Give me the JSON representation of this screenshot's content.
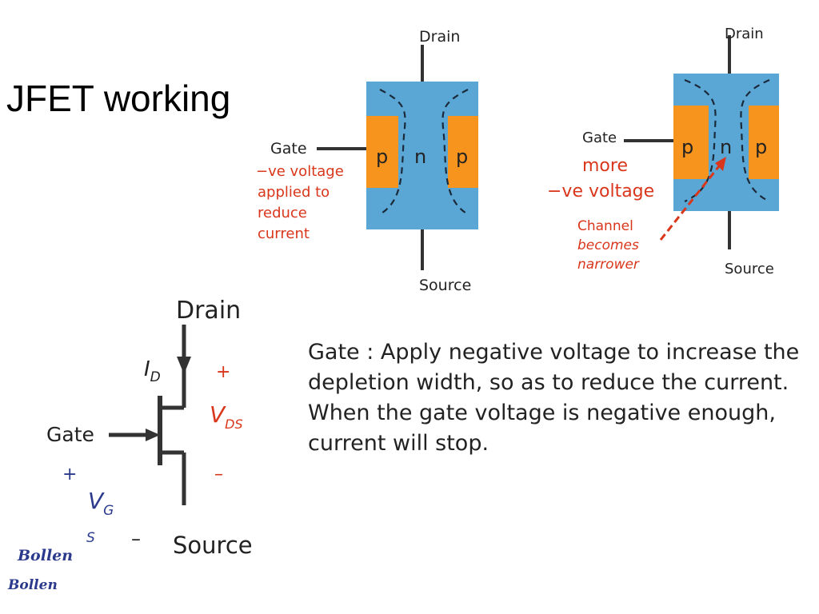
{
  "title": "JFET working",
  "diagram1": {
    "drain": "Drain",
    "gate": "Gate",
    "source": "Source",
    "p_left": "p",
    "n": "n",
    "p_right": "p",
    "note_lines": [
      "−ve voltage",
      "applied to",
      "reduce",
      "current"
    ]
  },
  "diagram2": {
    "drain": "Drain",
    "gate": "Gate",
    "source": "Source",
    "p_left": "p",
    "n": "n",
    "p_right": "p",
    "more": "more",
    "more_voltage": "−ve voltage",
    "channel_note": [
      "Channel",
      "becomes",
      "narrower"
    ]
  },
  "symbol": {
    "drain": "Drain",
    "gate": "Gate",
    "source": "Source",
    "id": "I",
    "id_sub": "D",
    "vds": "V",
    "vds_sub": "DS",
    "plus_ds": "+",
    "minus_ds": "–",
    "plus_gs": "+",
    "vg": "V",
    "vg_sub": "G",
    "vg_sub2": "S",
    "minus_gs": "–"
  },
  "description": "Gate : Apply negative voltage to increase the depletion width, so as to reduce the current. When the gate voltage is negative enough, current will stop.",
  "signatures": [
    "Bollen",
    "Bollen"
  ],
  "colors": {
    "channel_blue": "#5aa7d6",
    "p_orange": "#f7941d",
    "annotation_red": "#d9361b",
    "symbol_blue": "#2b3a8c"
  }
}
